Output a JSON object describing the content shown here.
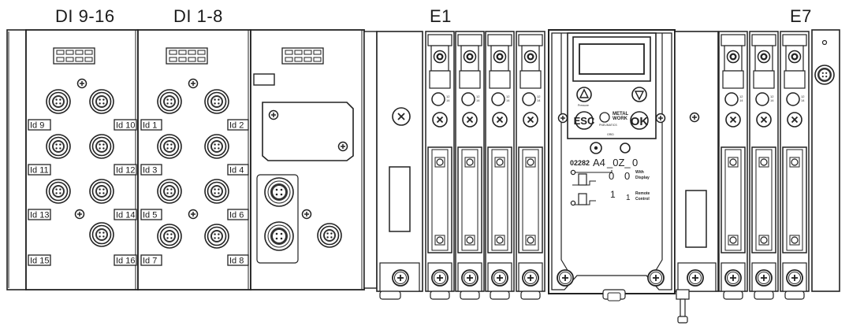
{
  "headers": {
    "di_9_16": "DI 9-16",
    "di_1_8": "DI 1-8",
    "e1": "E1",
    "e7": "E7"
  },
  "labels": {
    "id9": "Id 9",
    "id10": "Id 10",
    "id11": "Id 11",
    "id12": "Id 12",
    "id13": "Id 13",
    "id14": "Id 14",
    "id15": "Id 15",
    "id16": "Id 16",
    "id1": "Id 1",
    "id2": "Id 2",
    "id3": "Id 3",
    "id4": "Id 4",
    "id5": "Id 5",
    "id6": "Id 6",
    "id7": "Id 7",
    "id8": "Id 8"
  },
  "display_module": {
    "esc": "ESC",
    "ok": "OK",
    "brand_line1": "METAL",
    "brand_line2": "WORK",
    "brand_line3": "PNEUMATICS",
    "code_prefix": "02282",
    "code_main": "A4",
    "code_mid": "_0Z_",
    "code_end": "0",
    "opt_with_display_value": "0",
    "opt_with_display_label1": "With",
    "opt_with_display_label2": "Display",
    "opt_remote_value": "1",
    "opt_remote_label1": "Remote",
    "opt_remote_label2": "Control",
    "pressure_label": "Pressure",
    "grid_label": "GRID"
  }
}
